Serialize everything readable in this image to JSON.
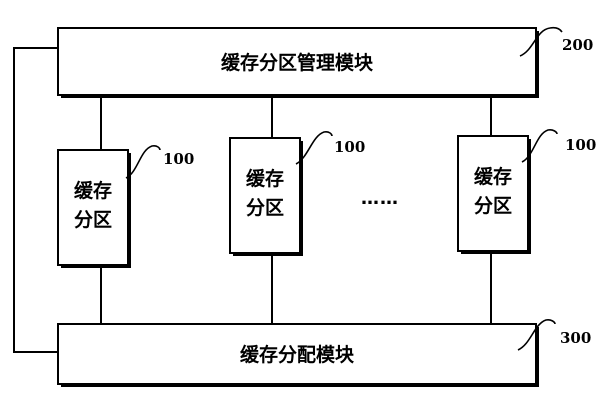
{
  "management_module": {
    "label": "缓存分区管理模块",
    "ref": "200"
  },
  "partitions": [
    {
      "label_line1": "缓存",
      "label_line2": "分区",
      "ref": "100"
    },
    {
      "label_line1": "缓存",
      "label_line2": "分区",
      "ref": "100"
    },
    {
      "label_line1": "缓存",
      "label_line2": "分区",
      "ref": "100"
    }
  ],
  "ellipsis": "……",
  "allocation_module": {
    "label": "缓存分配模块",
    "ref": "300"
  }
}
